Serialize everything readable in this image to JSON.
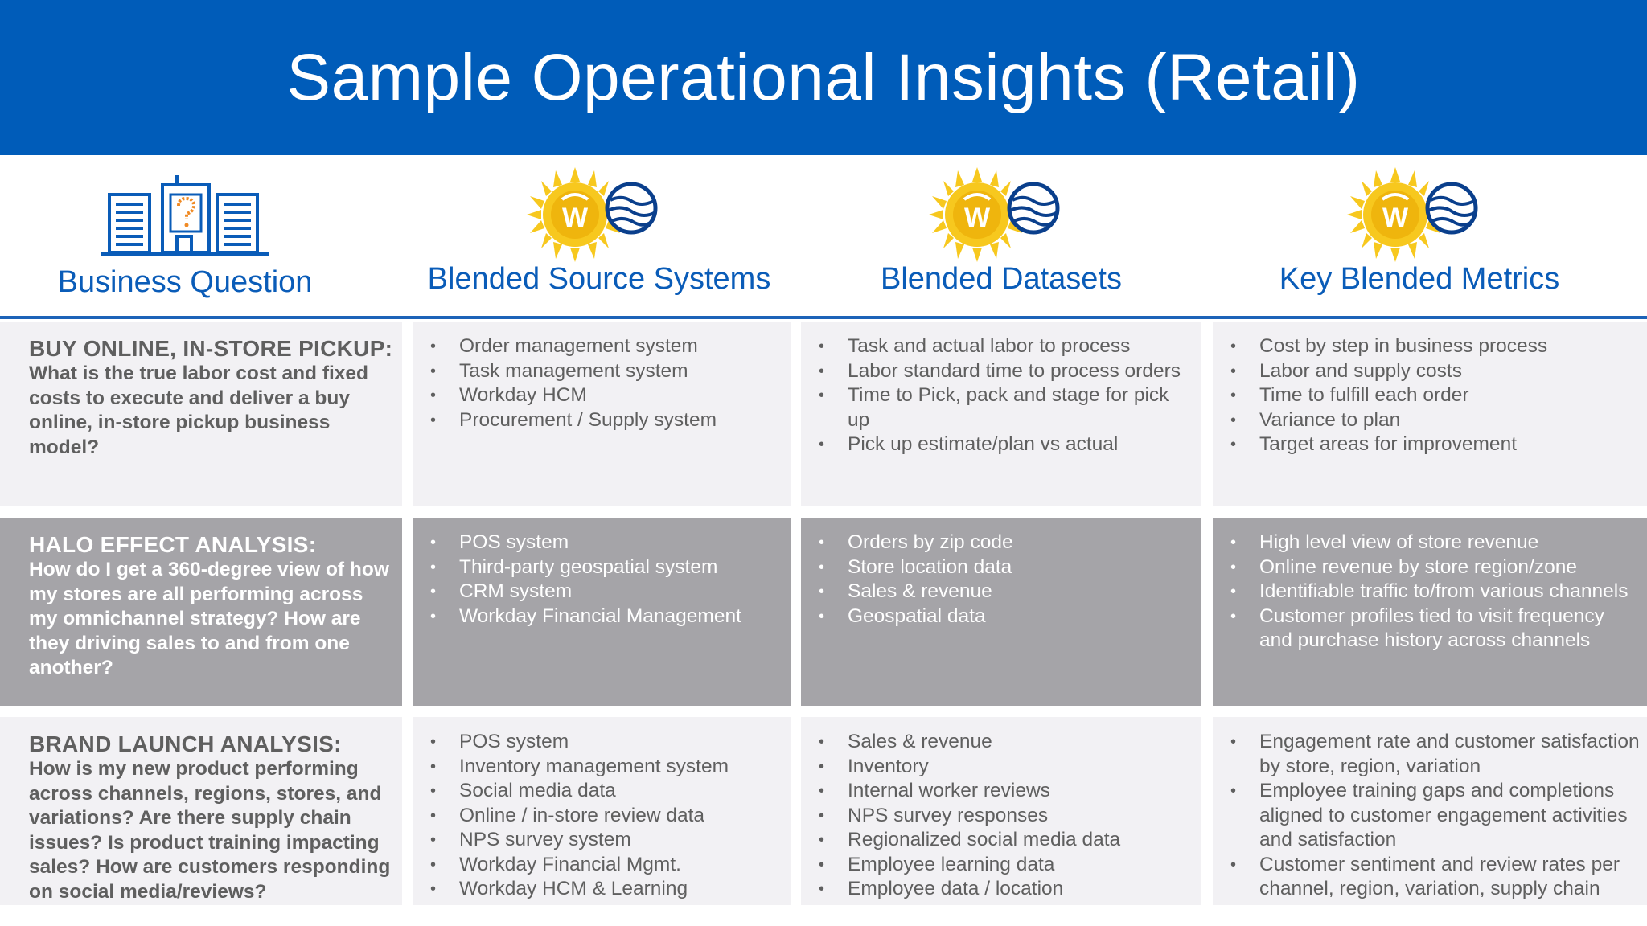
{
  "title": "Sample Operational Insights (Retail)",
  "columns": {
    "question": {
      "label": "Business Question",
      "icon": "buildings-question-icon"
    },
    "sources": {
      "label": "Blended Source Systems",
      "icon": "workday-sun-globe-icon"
    },
    "datasets": {
      "label": "Blended Datasets",
      "icon": "workday-sun-globe-icon"
    },
    "metrics": {
      "label": "Key Blended Metrics",
      "icon": "workday-sun-globe-icon"
    }
  },
  "colors": {
    "brand_blue": "#005cb9",
    "sun_yellow": "#f7c81e",
    "light_cell": "#f2f1f4",
    "dark_cell": "#a5a4a8"
  },
  "rows": [
    {
      "question_head": "BUY ONLINE, IN-STORE PICKUP:",
      "question_body": "What is the true labor cost and fixed costs to execute and deliver a buy online, in-store pickup business model?",
      "sources": [
        "Order management system",
        "Task management system",
        "Workday HCM",
        "Procurement / Supply system"
      ],
      "datasets": [
        "Task and actual labor to process",
        "Labor standard time to process orders",
        "Time to Pick, pack and stage for pick up",
        "Pick up estimate/plan vs actual"
      ],
      "metrics": [
        "Cost by step in business process",
        "Labor and supply costs",
        "Time to fulfill each order",
        "Variance to plan",
        "Target areas for improvement"
      ]
    },
    {
      "question_head": "HALO EFFECT ANALYSIS:",
      "question_body": "How do I get a 360-degree view of how my stores are all performing across my omnichannel strategy? How are they driving sales to and from one another?",
      "sources": [
        "POS system",
        "Third-party geospatial system",
        "CRM system",
        "Workday Financial Management"
      ],
      "datasets": [
        "Orders by zip code",
        "Store location data",
        "Sales & revenue",
        "Geospatial data"
      ],
      "metrics": [
        "High level view of store revenue",
        "Online revenue by store region/zone",
        "Identifiable traffic to/from various channels",
        "Customer profiles tied to visit frequency and purchase history across channels"
      ]
    },
    {
      "question_head": "BRAND LAUNCH ANALYSIS:",
      "question_body": "How is my new product performing across channels, regions, stores, and variations? Are there supply chain issues? Is product training impacting sales? How are customers responding on social media/reviews?",
      "sources": [
        "POS system",
        "Inventory management system",
        "Social media data",
        "Online / in-store review data",
        "NPS survey system",
        "Workday Financial Mgmt.",
        "Workday HCM & Learning"
      ],
      "datasets": [
        "Sales & revenue",
        "Inventory",
        "Internal worker reviews",
        "NPS survey responses",
        "Regionalized social media data",
        "Employee learning data",
        "Employee data / location"
      ],
      "metrics": [
        "Engagement rate and customer satisfaction by store, region, variation",
        "Employee training gaps and completions aligned to customer engagement activities and satisfaction",
        "Customer sentiment and review rates per channel, region, variation, supply chain"
      ]
    }
  ]
}
